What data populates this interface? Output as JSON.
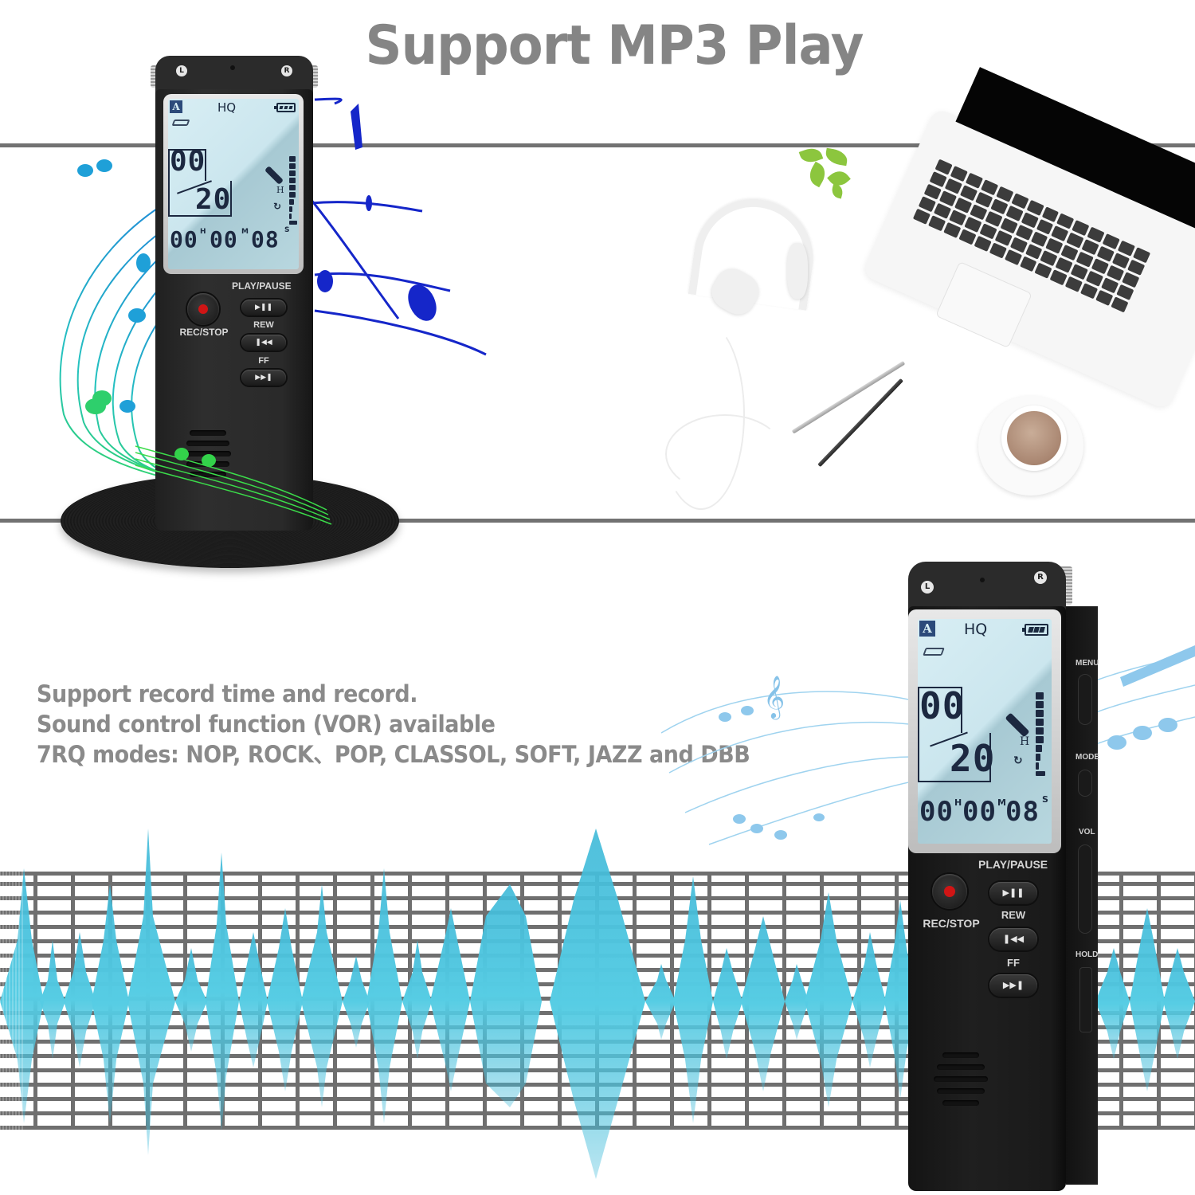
{
  "title": "Support MP3 Play",
  "features": [
    "Support record time and record.",
    "Sound control function (VOR) available",
    "7RQ modes: NOP, ROCK、POP, CLASSOL, SOFT, JAZZ and DBB"
  ],
  "device": {
    "ear_left": "L",
    "ear_right": "R",
    "lcd": {
      "mode_badge": "A",
      "quality": "HQ",
      "file_current": "00",
      "file_total": "20",
      "time_hours": "00",
      "time_minutes": "00",
      "time_seconds": "08",
      "unit_h": "H",
      "unit_m": "M",
      "unit_s": "S",
      "mic_sensitivity": "H"
    },
    "buttons": {
      "rec_stop": "REC/STOP",
      "play_pause_label": "PLAY/PAUSE",
      "play_pause_icon": "▶❚❚",
      "rew_label": "REW",
      "rew_icon": "❚◀◀",
      "ff_label": "FF",
      "ff_icon": "▶▶❚"
    },
    "side_controls": {
      "menu": "MENU",
      "mode": "MODE",
      "vol": "VOL",
      "hold": "HOLD"
    }
  },
  "colors": {
    "title_gray": "#858585",
    "text_gray": "#8a8a8a",
    "grid_line": "#6f6f6f",
    "waveform": "#4fc3dd",
    "rec_red": "#d01515",
    "lcd_bg": "#cbe6ee",
    "device_body": "#2a2a2a"
  }
}
